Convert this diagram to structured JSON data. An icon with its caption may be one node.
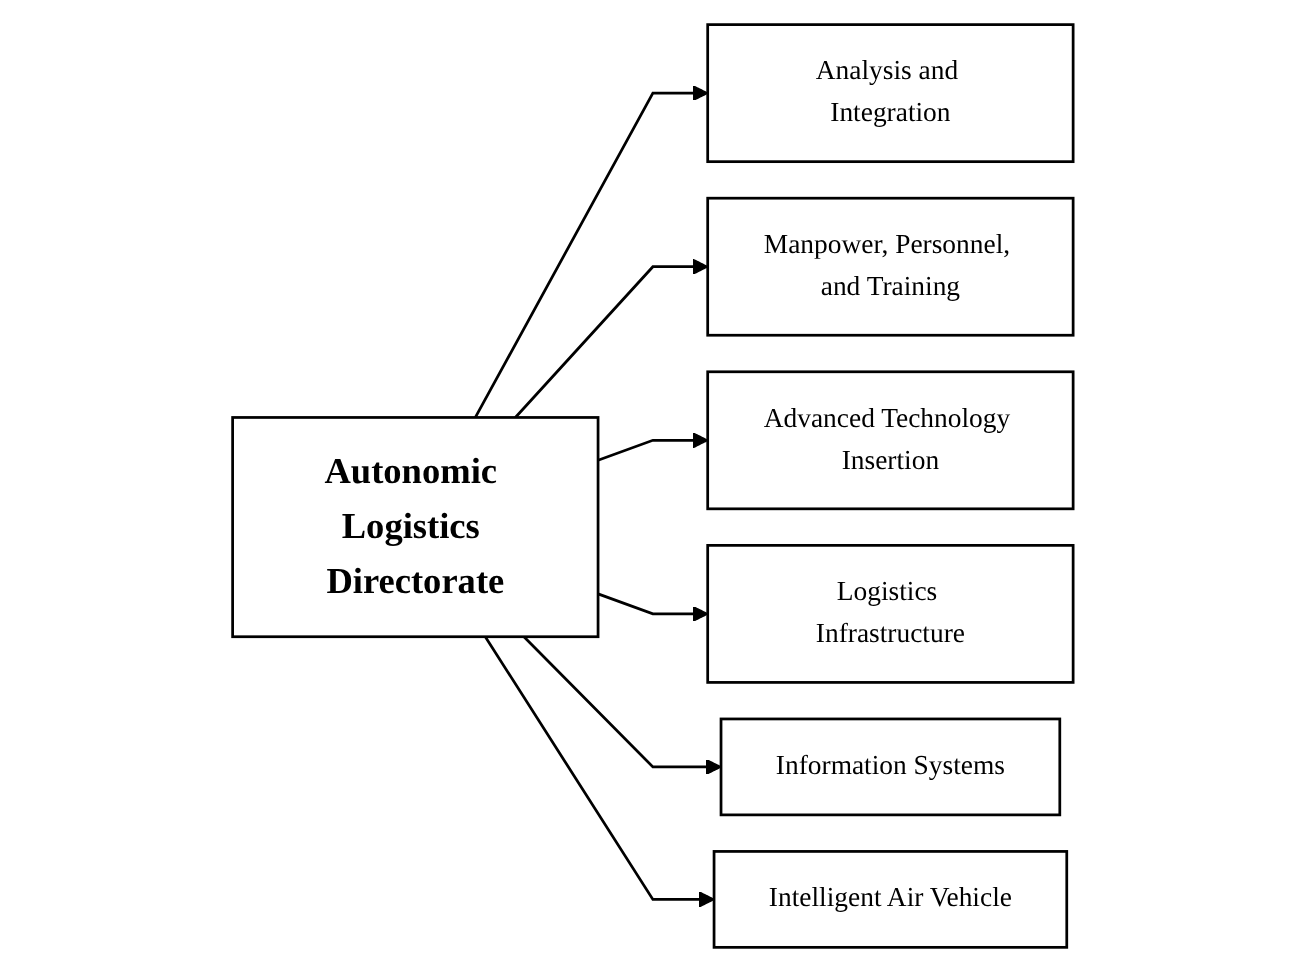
{
  "diagram": {
    "nodes": [
      {
        "text": [
          "Analysis and Integration"
        ]
      },
      {
        "text": [
          "Manpower, Personnel, and Training"
        ]
      },
      {
        "text": [
          "Advanced Technology Insertion"
        ]
      },
      {
        "text": [
          "Autonomic Logistics Directorate"
        ]
      },
      {
        "text": [
          "Logistics Infrastructure"
        ]
      },
      {
        "text": [
          "Information Systems"
        ]
      },
      {
        "text": [
          "Intelligent Air Vehicle"
        ]
      }
    ],
    "edges": [
      {
        "from": 3,
        "to": 0,
        "arrow": "to"
      },
      {
        "from": 3,
        "to": 1,
        "arrow": "to"
      },
      {
        "from": 3,
        "to": 2,
        "arrow": "to"
      },
      {
        "from": 3,
        "to": 4,
        "arrow": "to"
      },
      {
        "from": 3,
        "to": 5,
        "arrow": "to"
      },
      {
        "from": 3,
        "to": 6,
        "arrow": "to"
      }
    ]
  }
}
